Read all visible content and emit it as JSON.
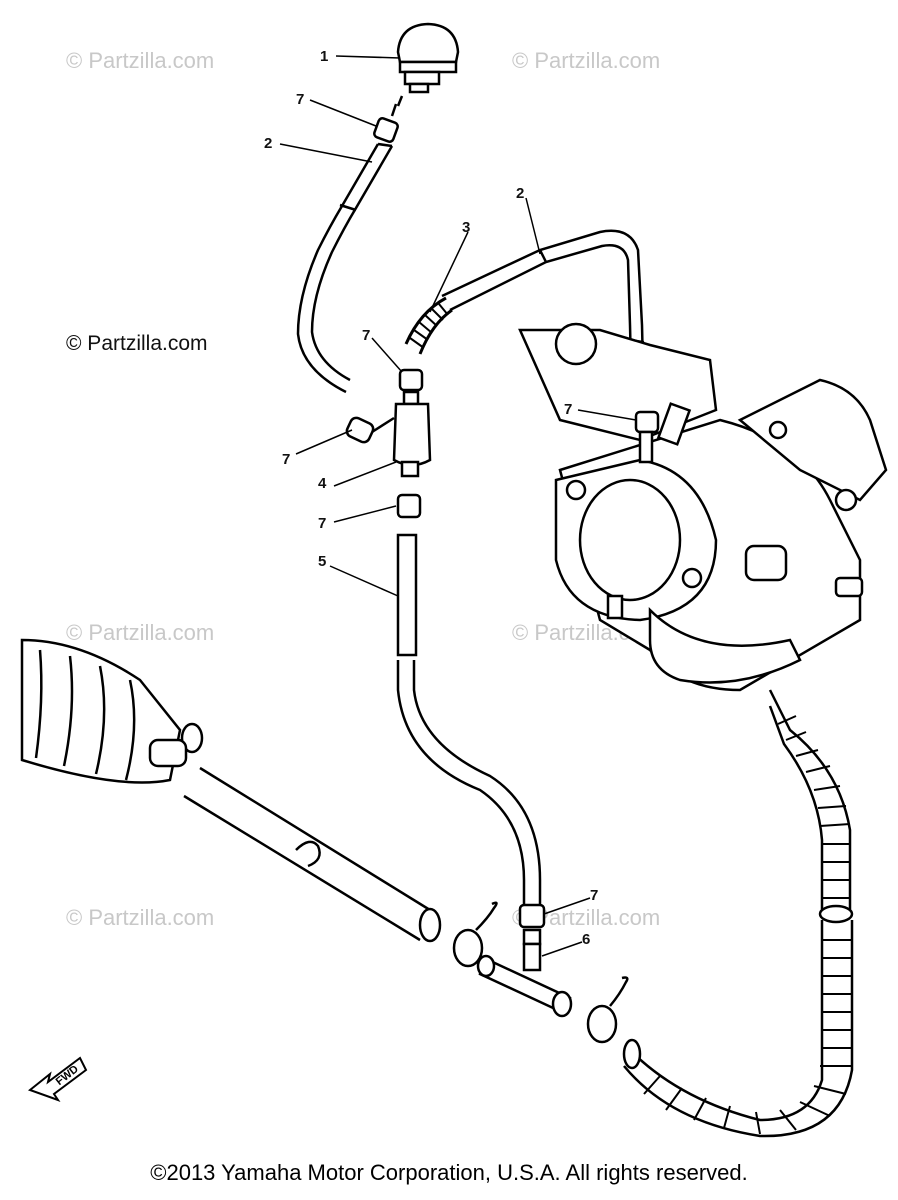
{
  "watermarks": {
    "light": [
      "© Partzilla.com",
      "© Partzilla.com",
      "© Partzilla.com",
      "© Partzilla.com",
      "© Partzilla.com",
      "© Partzilla.com"
    ],
    "dark": "© Partzilla.com"
  },
  "callouts": [
    "1",
    "7",
    "2",
    "2",
    "3",
    "7",
    "7",
    "7",
    "4",
    "7",
    "5",
    "7",
    "6"
  ],
  "direction_label": "FWD",
  "copyright": "©2013  Yamaha Motor Corporation, U.S.A. All rights reserved."
}
